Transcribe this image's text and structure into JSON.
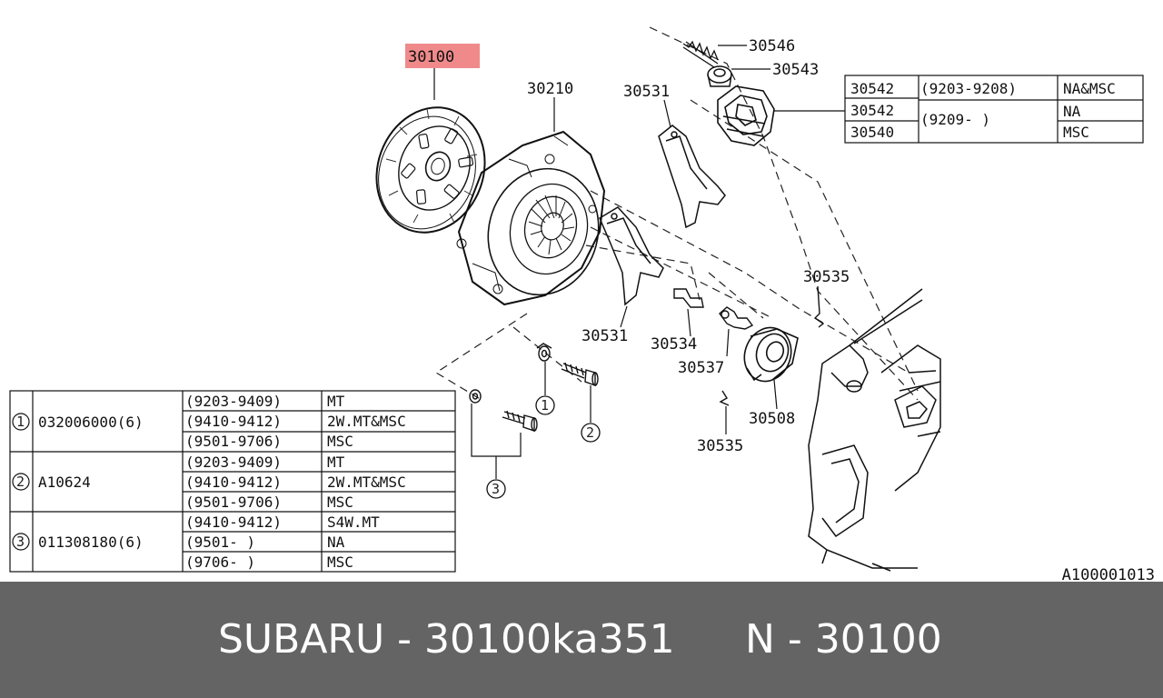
{
  "diagram": {
    "highlight_color": "#f08a8a",
    "callouts": {
      "highlighted": "30100",
      "cover": "30210",
      "fork_top": "30531",
      "fork_bottom": "30531",
      "spring": "30546",
      "pivot_cap": "30543",
      "clip_upper": "30535",
      "clip_lower": "30535",
      "plate_spring": "30534",
      "bearing_clip": "30537",
      "bearing": "30508"
    },
    "circle_refs": [
      "1",
      "2",
      "3"
    ],
    "boot_table": [
      {
        "part": "30542",
        "code": "(9203-9208)",
        "model": "NA&MSC"
      },
      {
        "part": "30542",
        "code": "(9209-      )",
        "model": "NA"
      },
      {
        "part": "30540",
        "code": "",
        "model": "MSC"
      }
    ],
    "bolt_table": [
      {
        "ref": "1",
        "part": "032006000(6)",
        "rows": [
          {
            "code": "(9203-9409)",
            "model": "MT"
          },
          {
            "code": "(9410-9412)",
            "model": "2W.MT&MSC"
          },
          {
            "code": "(9501-9706)",
            "model": "MSC"
          }
        ]
      },
      {
        "ref": "2",
        "part": "A10624",
        "rows": [
          {
            "code": "(9203-9409)",
            "model": "MT"
          },
          {
            "code": "(9410-9412)",
            "model": "2W.MT&MSC"
          },
          {
            "code": "(9501-9706)",
            "model": "MSC"
          }
        ]
      },
      {
        "ref": "3",
        "part": "011308180(6)",
        "rows": [
          {
            "code": "(9410-9412)",
            "model": "S4W.MT"
          },
          {
            "code": "(9501-      )",
            "model": "NA"
          },
          {
            "code": "(9706-      )",
            "model": "MSC"
          }
        ]
      }
    ],
    "reference_code": "A100001013"
  },
  "footer": {
    "brand_part": "SUBARU - 30100ka351",
    "n_part": "N - 30100"
  }
}
